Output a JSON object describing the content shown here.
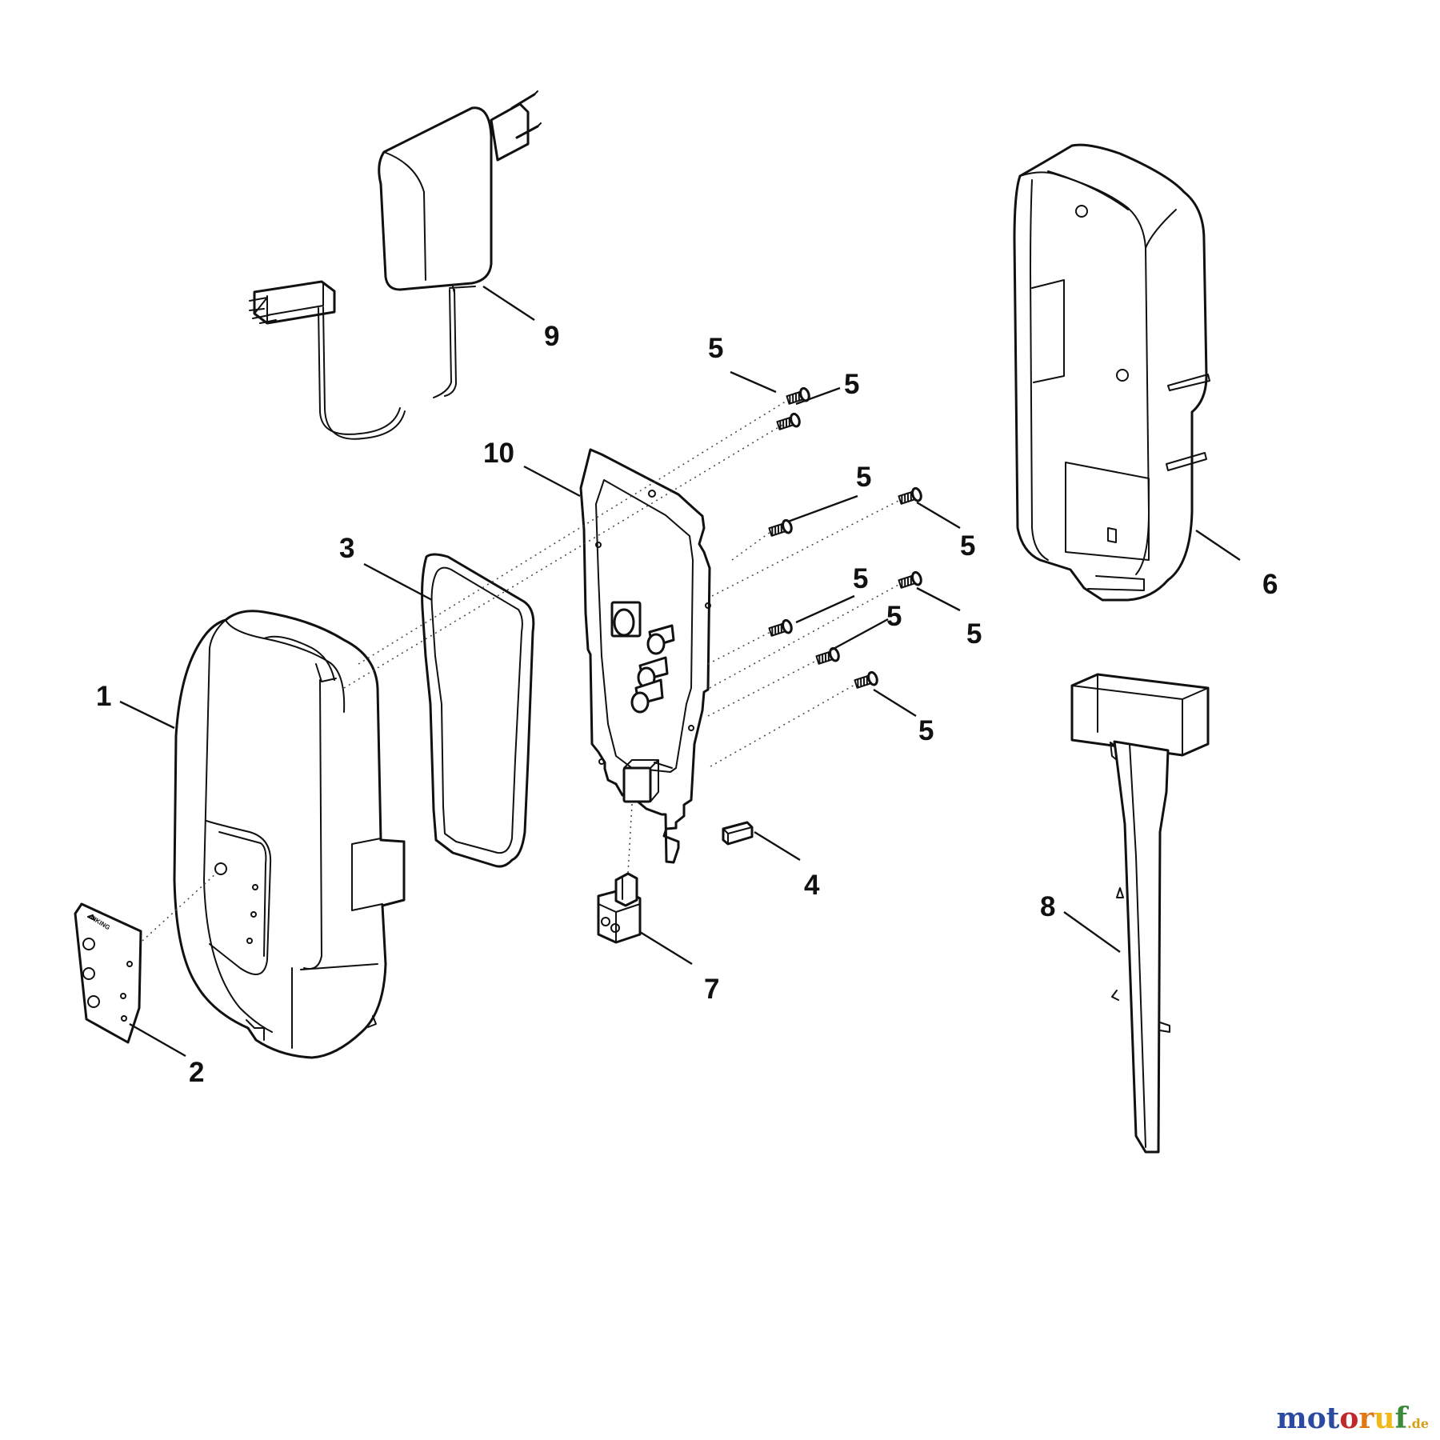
{
  "diagram": {
    "callouts": {
      "c1": "1",
      "c2": "2",
      "c3": "3",
      "c4": "4",
      "c5a": "5",
      "c5b": "5",
      "c5c": "5",
      "c5d": "5",
      "c5e": "5",
      "c5f": "5",
      "c5g": "5",
      "c5h": "5",
      "c6": "6",
      "c7": "7",
      "c8": "8",
      "c9": "9",
      "c10": "10"
    },
    "decal_brand": "VIKING"
  },
  "watermark": {
    "letters": [
      {
        "ch": "m",
        "color": "#2b4aa0"
      },
      {
        "ch": "o",
        "color": "#2b4aa0"
      },
      {
        "ch": "t",
        "color": "#2b4aa0"
      },
      {
        "ch": "o",
        "color": "#c0282c"
      },
      {
        "ch": "r",
        "color": "#e07818"
      },
      {
        "ch": "u",
        "color": "#f0b818"
      },
      {
        "ch": "f",
        "color": "#3a8a3a"
      }
    ],
    "suffix": ".de"
  }
}
